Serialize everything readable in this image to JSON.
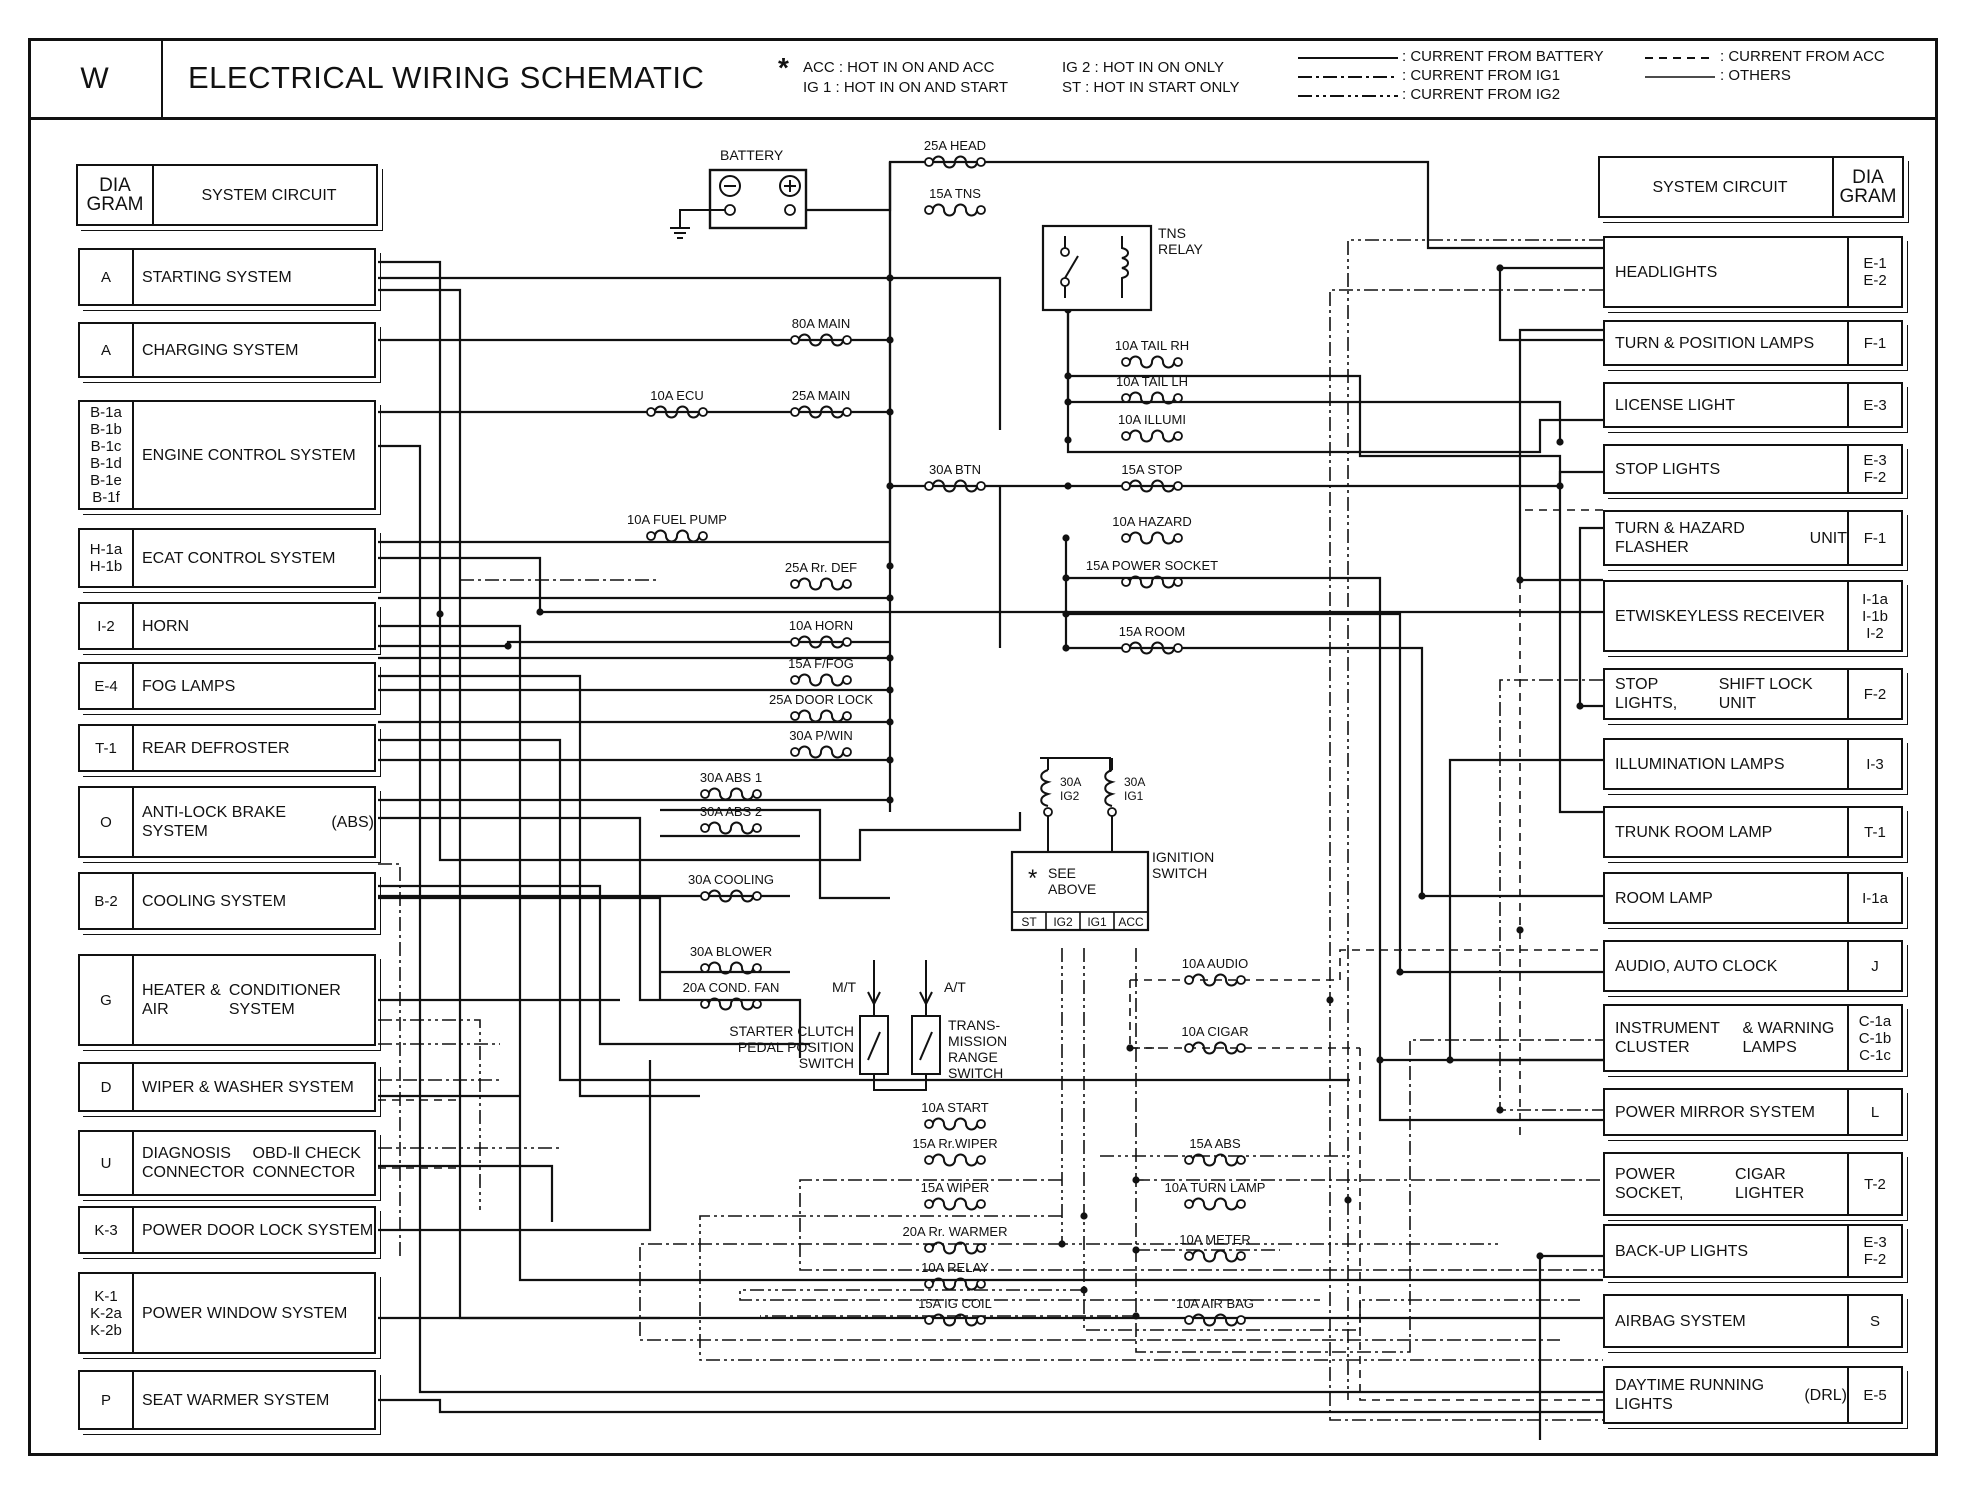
{
  "header": {
    "code": "W",
    "title": "ELECTRICAL WIRING SCHEMATIC",
    "star": "*",
    "note_acc": "ACC : HOT IN ON AND ACC",
    "note_ig1": "IG 1 : HOT IN ON AND START",
    "note_ig2": "IG 2 : HOT IN ON ONLY",
    "note_st": "ST    : HOT IN START ONLY"
  },
  "legend": {
    "battery": ": CURRENT FROM BATTERY",
    "ig1": ": CURRENT FROM IG1",
    "ig2": ": CURRENT FROM IG2",
    "acc": ": CURRENT FROM ACC",
    "others": ": OTHERS"
  },
  "left_header": {
    "code": "DIA\nGRAM",
    "title": "SYSTEM CIRCUIT"
  },
  "right_header": {
    "code": "DIA\nGRAM",
    "title": "SYSTEM CIRCUIT"
  },
  "left_systems": [
    {
      "code": "A",
      "label": "STARTING SYSTEM"
    },
    {
      "code": "A",
      "label": "CHARGING SYSTEM"
    },
    {
      "code": "B-1a\nB-1b\nB-1c\nB-1d\nB-1e\nB-1f",
      "label": "ENGINE CONTROL SYSTEM"
    },
    {
      "code": "H-1a\nH-1b",
      "label": "ECAT CONTROL SYSTEM"
    },
    {
      "code": "I-2",
      "label": "HORN"
    },
    {
      "code": "E-4",
      "label": "FOG LAMPS"
    },
    {
      "code": "T-1",
      "label": "REAR DEFROSTER"
    },
    {
      "code": "O",
      "label": "ANTI-LOCK BRAKE SYSTEM\n(ABS)"
    },
    {
      "code": "B-2",
      "label": "COOLING SYSTEM"
    },
    {
      "code": "G",
      "label": "HEATER & AIR\nCONDITIONER SYSTEM"
    },
    {
      "code": "D",
      "label": "WIPER & WASHER SYSTEM"
    },
    {
      "code": "U",
      "label": "DIAGNOSIS CONNECTOR\nOBD-Ⅱ CHECK CONNECTOR"
    },
    {
      "code": "K-3",
      "label": "POWER DOOR LOCK SYSTEM"
    },
    {
      "code": "K-1\nK-2a\nK-2b",
      "label": "POWER WINDOW SYSTEM"
    },
    {
      "code": "P",
      "label": "SEAT WARMER SYSTEM"
    }
  ],
  "right_systems": [
    {
      "code": "E-1\nE-2",
      "label": "HEADLIGHTS"
    },
    {
      "code": "F-1",
      "label": "TURN & POSITION LAMPS"
    },
    {
      "code": "E-3",
      "label": "LICENSE LIGHT"
    },
    {
      "code": "E-3\nF-2",
      "label": "STOP LIGHTS"
    },
    {
      "code": "F-1",
      "label": "TURN & HAZARD FLASHER\nUNIT"
    },
    {
      "code": "I-1a\nI-1b\nI-2",
      "label": "ETWIS\nKEYLESS RECEIVER"
    },
    {
      "code": "F-2",
      "label": "STOP LIGHTS,\nSHIFT LOCK UNIT"
    },
    {
      "code": "I-3",
      "label": "ILLUMINATION LAMPS"
    },
    {
      "code": "T-1",
      "label": "TRUNK ROOM LAMP"
    },
    {
      "code": "I-1a",
      "label": "ROOM LAMP"
    },
    {
      "code": "J",
      "label": "AUDIO, AUTO CLOCK"
    },
    {
      "code": "C-1a\nC-1b\nC-1c",
      "label": "INSTRUMENT CLUSTER\n& WARNING LAMPS"
    },
    {
      "code": "L",
      "label": "POWER MIRROR SYSTEM"
    },
    {
      "code": "T-2",
      "label": "POWER SOCKET,\nCIGAR LIGHTER"
    },
    {
      "code": "E-3\nF-2",
      "label": "BACK-UP LIGHTS"
    },
    {
      "code": "S",
      "label": "AIRBAG SYSTEM"
    },
    {
      "code": "E-5",
      "label": "DAYTIME RUNNING LIGHTS\n(DRL)"
    }
  ],
  "components": {
    "battery": "BATTERY",
    "tns_relay": "TNS\nRELAY",
    "ignition_switch": "IGNITION\nSWITCH",
    "see_above": "SEE\nABOVE",
    "star": "*",
    "ign_terminals": [
      "ST",
      "IG2",
      "IG1",
      "ACC"
    ],
    "mt": "M/T",
    "at": "A/T",
    "clutch_switch": "STARTER CLUTCH\nPEDAL POSITION\nSWITCH",
    "range_switch": "TRANS-\nMISSION\nRANGE\nSWITCH",
    "fuse_ig2": "30A\nIG2",
    "fuse_ig1": "30A\nIG1"
  },
  "fuses": {
    "head": "25A HEAD",
    "tns": "15A TNS",
    "main80": "80A MAIN",
    "ecu": "10A ECU",
    "main25": "25A MAIN",
    "fuel_pump": "10A FUEL PUMP",
    "btn": "30A BTN",
    "tail_rh": "10A TAIL RH",
    "tail_lh": "10A TAIL LH",
    "illumi": "10A ILLUMI",
    "stop": "15A STOP",
    "hazard": "10A HAZARD",
    "power_socket": "15A POWER SOCKET",
    "room": "15A ROOM",
    "rr_def": "25A Rr. DEF",
    "horn": "10A HORN",
    "ffog": "15A F/FOG",
    "door_lock": "25A DOOR LOCK",
    "pwin": "30A P/WIN",
    "abs1": "30A ABS 1",
    "abs2": "30A ABS 2",
    "cooling": "30A COOLING",
    "blower": "30A BLOWER",
    "cond_fan": "20A COND. FAN",
    "audio": "10A AUDIO",
    "cigar": "10A CIGAR",
    "start": "10A START",
    "rr_wiper": "15A Rr.WIPER",
    "wiper": "15A WIPER",
    "rr_warmer": "20A Rr. WARMER",
    "relay": "10A RELAY",
    "ig_coil": "15A IG COIL",
    "abs15": "15A ABS",
    "turn_lamp": "10A TURN LAMP",
    "meter": "10A METER",
    "air_bag": "10A AIR BAG"
  }
}
